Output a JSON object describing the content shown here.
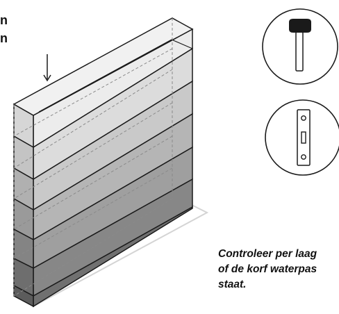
{
  "labels": {
    "top_line_1": "n",
    "top_line_2": "n"
  },
  "caption": {
    "line_1": "Controleer per laag",
    "line_2": "of de korf waterpas",
    "line_3": "staat."
  },
  "icons": {
    "tool_1": "rubber-mallet-icon",
    "tool_2": "spirit-level-icon"
  },
  "colors": {
    "outline": "#1a1a1a",
    "layer_light": "#e9e9e9",
    "layer_dark": "#5e5e5e",
    "ground": "#d9d9d9"
  }
}
